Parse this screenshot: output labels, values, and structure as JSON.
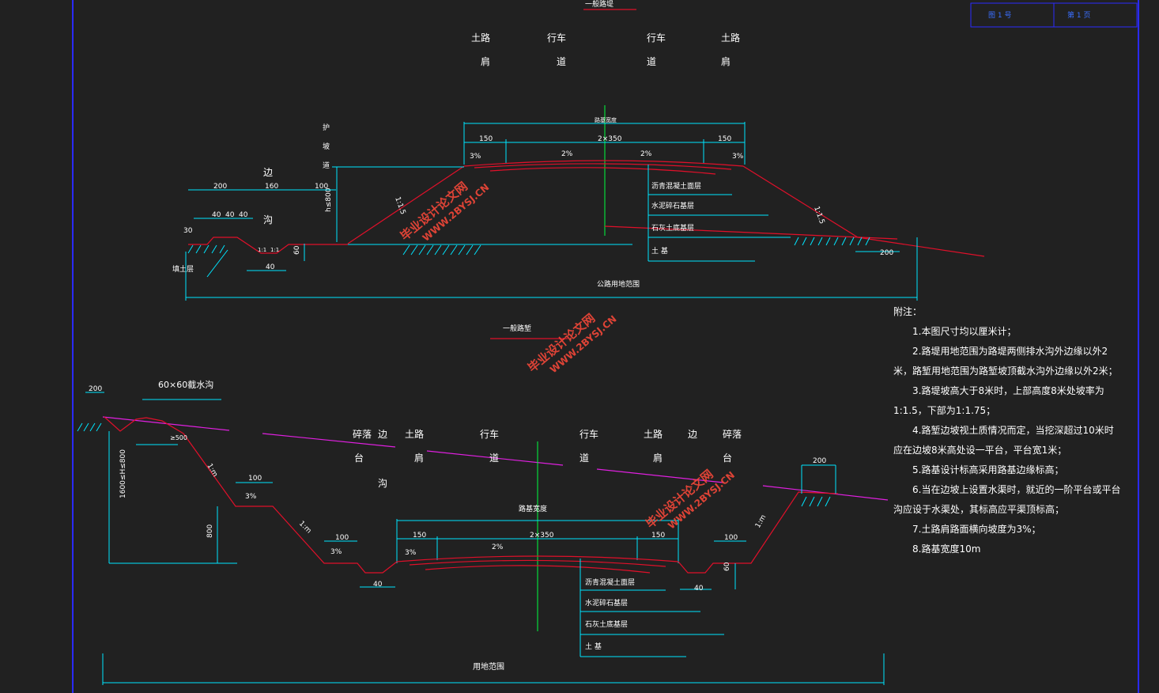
{
  "upper_section": {
    "header": {
      "left_shoulder": [
        "土路",
        "肩"
      ],
      "left_lane": [
        "行车",
        "道"
      ],
      "right_lane": [
        "行车",
        "道"
      ],
      "right_shoulder": [
        "土路",
        "肩"
      ]
    },
    "pavement_width_label": "路基宽度",
    "dims_top": [
      "150",
      "2×350",
      "150"
    ],
    "slopes": [
      "3%",
      "2%",
      "2%",
      "3%"
    ],
    "side_ditch_label": [
      "边",
      "沟"
    ],
    "slope_road_label": [
      "护",
      "坡",
      "道"
    ],
    "ditch_dims": [
      "200",
      "160",
      "100"
    ],
    "ditch_inner_dims": [
      "40",
      "40",
      "40"
    ],
    "misc_dims": {
      "h": "h≤800",
      "d30": "30",
      "d60": "60",
      "d40": "40",
      "d200": "200"
    },
    "embank_slope": "1:1.5",
    "ditch_slope": "1:1",
    "soil_fill_label": "填土层",
    "layers": [
      "沥青混凝土面层",
      "水泥碎石基层",
      "石灰土底基层",
      "土        基"
    ],
    "land_range_label": "公路用地范围",
    "section_title": "一般路堤"
  },
  "lower_section": {
    "section_title": "一般路堑",
    "drain_label": "60×60截水沟",
    "header": {
      "berm_left": [
        "碎落",
        "台"
      ],
      "ditch_left": [
        "边",
        "沟"
      ],
      "left_shoulder": [
        "土路",
        "肩"
      ],
      "left_lane": [
        "行车",
        "道"
      ],
      "right_lane": [
        "行车",
        "道"
      ],
      "right_shoulder": [
        "土路",
        "肩"
      ],
      "ditch_right": [
        "边"
      ],
      "berm_right": [
        "碎落",
        "台"
      ]
    },
    "pavement_width_label": "路基宽度",
    "dims_top": [
      "150",
      "2×350",
      "150"
    ],
    "slopes": [
      "3%",
      "2%",
      "3%",
      "3%"
    ],
    "cut_slope": "1:m",
    "dims": {
      "d200": "200",
      "d500": "≥500",
      "d100": "100",
      "d800": "800",
      "d1600": "1600≤H≤800",
      "d40": "40",
      "d60": "60"
    },
    "layers": [
      "沥青混凝土面层",
      "水泥碎石基层",
      "石灰土底基层",
      "土        基"
    ],
    "land_range_label": "用地范围"
  },
  "title_block": {
    "cell1": "图  1  号",
    "cell2": "第  1  页"
  },
  "notes": {
    "title": "附注：",
    "items": [
      "1.本图尺寸均以厘米计；",
      "2.路堤用地范围为路堤两侧排水沟外边缘以外2米，路堑用地范围为路堑坡顶截水沟外边缘以外2米；",
      "3.路堤坡高大于8米时，上部高度8米处坡率为1:1.5，下部为1:1.75；",
      "4.路堑边坡视土质情况而定，当挖深超过10米时应在边坡8米高处设一平台，平台宽1米；",
      "5.路基设计标高采用路基边缘标高；",
      "6.当在边坡上设置水渠时，就近的一阶平台或平台沟应设于水渠处，其标高应平渠顶标高；",
      "7.土路肩路面横向坡度为3%；",
      "8.路基宽度10m"
    ]
  },
  "watermark": {
    "line1": "毕业设计论文网",
    "line2": "WWW.2BYSJ.CN"
  }
}
